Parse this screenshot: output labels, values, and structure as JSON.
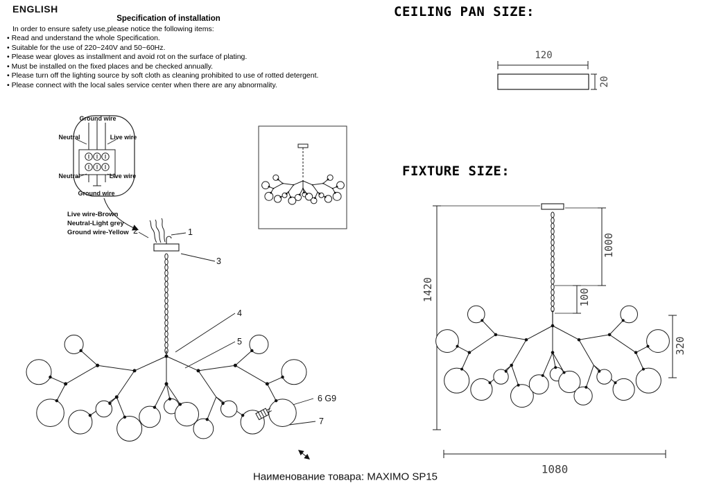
{
  "header": {
    "language": "ENGLISH"
  },
  "spec": {
    "title": "Specification of installation",
    "intro": "In order to ensure safety use,please notice the following items:",
    "bullets": [
      "• Read and understand the whole Specification.",
      "• Suitable for the use of 220~240V and 50~60Hz.",
      "• Please wear gloves as installment and avoid rot on the surface of plating.",
      "• Must be installed on the fixed places and be checked annually.",
      "• Please turn off the lighting source by soft cloth as cleaning prohibited to use of rotted detergent.",
      "• Please connect with the local sales service center when there are any abnormality."
    ]
  },
  "wiring": {
    "top_label": "Ground wire",
    "left_top": "Neutral",
    "right_top": "Live wire",
    "left_bottom": "Neutral",
    "right_bottom": "Live wire",
    "bottom_label": "Ground wire",
    "legend": [
      "Live wire-Brown",
      "Neutral-Light grey",
      "Ground wire-Yellow"
    ]
  },
  "callouts": {
    "c1": "1",
    "c2": "2",
    "c3": "3",
    "c4": "4",
    "c5": "5",
    "c6": "6 G9",
    "c7": "7"
  },
  "ceiling_pan": {
    "title": "CEILING PAN SIZE:",
    "width_label": "120",
    "thickness_label": "20"
  },
  "fixture": {
    "title": "FIXTURE SIZE:",
    "overall_height": "1420",
    "chain_height": "1000",
    "stem_height": "100",
    "body_height": "320",
    "width": "1080"
  },
  "footer": {
    "product_name": "Наименование товара: MAXIMO SP15"
  }
}
